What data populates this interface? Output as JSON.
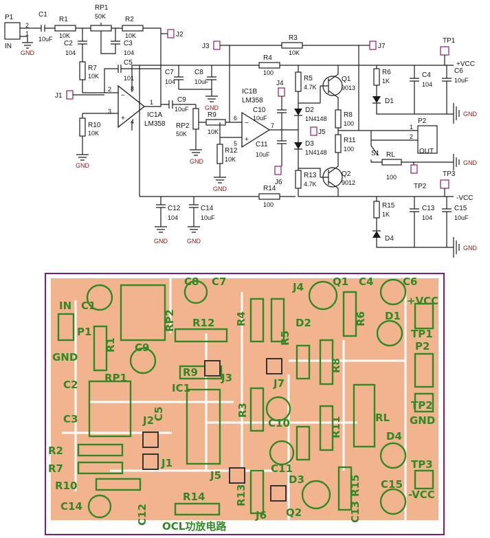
{
  "schematic": {
    "labels": {
      "P1": "P1",
      "IN": "IN",
      "C1": "C1",
      "C1v": "10uF",
      "R1": "R1",
      "R1v": "10K",
      "RP1": "RP1",
      "RP1v": "50K",
      "R2": "R2",
      "R2v": "10K",
      "J2": "J2",
      "C2": "C2",
      "C2v": "104",
      "C3": "C3",
      "C3v": "104",
      "R7": "R7",
      "R7v": "10K",
      "C5": "C5",
      "C5v": "101",
      "J1": "J1",
      "IC1A": "IC1A",
      "LM358a": "LM358",
      "C7": "C7",
      "C7v": "104",
      "C8": "C8",
      "C8v": "10uF",
      "C9": "C9",
      "C9v": "10uF",
      "RP2": "RP2",
      "RP2v": "50K",
      "R9": "R9",
      "R9v": "10K",
      "R10": "R10",
      "R10v": "10K",
      "R12": "R12",
      "R12v": "10K",
      "IC1B": "IC1B",
      "LM358b": "LM358",
      "J3": "J3",
      "R3": "R3",
      "R3v": "10K",
      "J7": "J7",
      "R4": "R4",
      "R4v": "100",
      "R5": "R5",
      "R5v": "4.7K",
      "Q1": "Q1",
      "Q1v": "9013",
      "J4": "J4",
      "C10": "C10",
      "C10v": "10uF",
      "D2": "D2",
      "D2v": "1N4148",
      "J5": "J5",
      "C11": "C11",
      "C11v": "10uF",
      "D3": "D3",
      "D3v": "1N4148",
      "R8": "R8",
      "R8v": "100",
      "R11": "R11",
      "R11v": "100",
      "R13": "R13",
      "R13v": "4.7K",
      "Q2": "Q2",
      "Q2v": "9012",
      "J6": "J6",
      "R14": "R14",
      "R14v": "100",
      "C12": "C12",
      "C12v": "104",
      "C14": "C14",
      "C14v": "10uF",
      "TP1": "TP1",
      "VCCp": "+VCC",
      "R6": "R6",
      "R6v": "1K",
      "D1": "D1",
      "C4": "C4",
      "C4v": "104",
      "C6": "C6",
      "C6v": "10uF",
      "P2": "P2",
      "OUT": "OUT",
      "S1": "S1",
      "RL": "RL",
      "RLv": "100",
      "TP2": "TP2",
      "TP3": "TP3",
      "VCCn": "-VCC",
      "R15": "R15",
      "R15v": "1K",
      "D4": "D4",
      "C13": "C13",
      "C13v": "104",
      "C15": "C15",
      "C15v": "10uF",
      "GND": "GND",
      "pin1": "1",
      "pin2": "2",
      "pin3": "3",
      "pin4": "4",
      "pin5": "5",
      "pin6": "6",
      "pin7": "7",
      "pin8": "8"
    }
  },
  "pcb": {
    "labels": {
      "C1": "C1",
      "C8": "C8",
      "C7": "C7",
      "J4": "J4",
      "Q1": "Q1",
      "C4": "C4",
      "C6": "C6",
      "IN": "IN",
      "P1": "P1",
      "GND": "GND",
      "RP2": "RP2",
      "R12": "R12",
      "R4": "R4",
      "R5": "R5",
      "D2": "D2",
      "R6": "R6",
      "D1": "D1",
      "VCCp": "+VCC",
      "TP1": "TP1",
      "R1": "R1",
      "C9": "C9",
      "R8": "R8",
      "P2": "P2",
      "C2": "C2",
      "RP1": "RP1",
      "R9": "R9",
      "J3": "J3",
      "IC1": "IC1",
      "J7": "J7",
      "C5": "C5",
      "R3": "R3",
      "RL": "RL",
      "TP2": "TP2",
      "C3": "C3",
      "J2": "J2",
      "C10": "C10",
      "R11": "R11",
      "GND2": "GND",
      "R2": "R2",
      "R7": "R7",
      "J1": "J1",
      "D4": "D4",
      "C11": "C11",
      "TP3": "TP3",
      "J5": "J5",
      "D3": "D3",
      "R15": "R15",
      "R10": "R10",
      "R13": "R13",
      "C13": "C13",
      "C15": "C15",
      "VCCn": "-VCC",
      "R14": "R14",
      "C14": "C14",
      "C12": "C12",
      "J6": "J6",
      "Q2": "Q2",
      "footer": "OCL功放电路"
    }
  }
}
